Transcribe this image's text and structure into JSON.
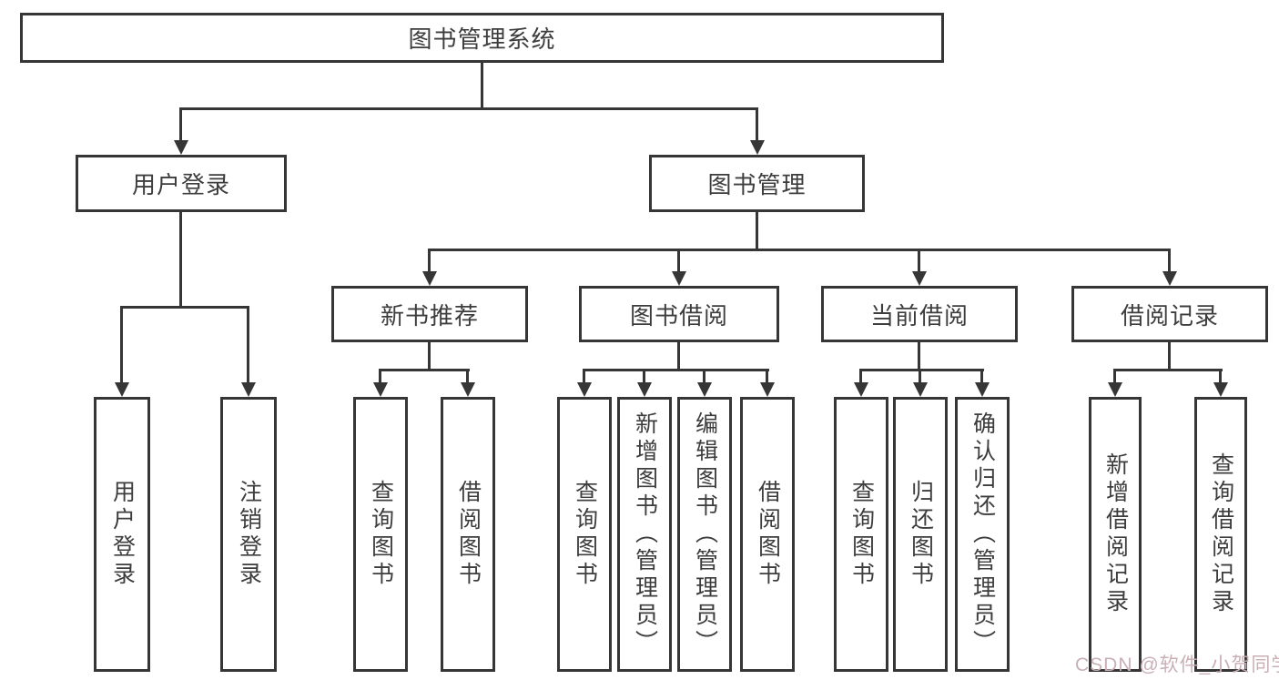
{
  "diagram": {
    "root": {
      "label": "图书管理系统"
    },
    "branches": [
      {
        "label": "用户登录",
        "children": [
          {
            "label": "用户登录"
          },
          {
            "label": "注销登录"
          }
        ]
      },
      {
        "label": "图书管理",
        "children": [
          {
            "label": "新书推荐",
            "children": [
              {
                "label": "查询图书"
              },
              {
                "label": "借阅图书"
              }
            ]
          },
          {
            "label": "图书借阅",
            "children": [
              {
                "label": "查询图书"
              },
              {
                "label": "新增图书（管理员）"
              },
              {
                "label": "编辑图书（管理员）"
              },
              {
                "label": "借阅图书"
              }
            ]
          },
          {
            "label": "当前借阅",
            "children": [
              {
                "label": "查询图书"
              },
              {
                "label": "归还图书"
              },
              {
                "label": "确认归还（管理员）"
              }
            ]
          },
          {
            "label": "借阅记录",
            "children": [
              {
                "label": "新增借阅记录"
              },
              {
                "label": "查询借阅记录"
              }
            ]
          }
        ]
      }
    ]
  },
  "watermark": {
    "text": "CSDN @软件_小贺同学"
  },
  "colors": {
    "line": "#363636",
    "text": "#3d3d3d",
    "watermark": "#c9afb6",
    "background": "#ffffff"
  }
}
